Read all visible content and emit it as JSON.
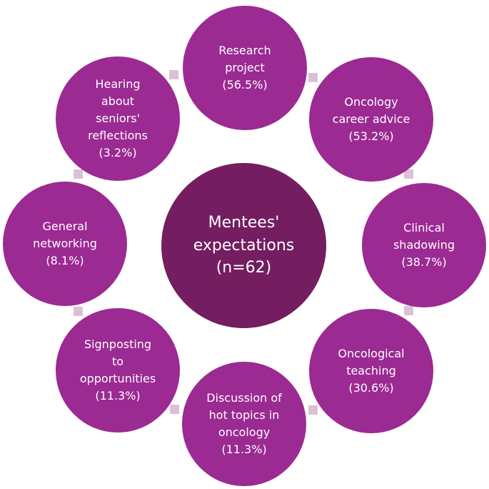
{
  "center": {
    "label": "Mentees'\nexpectations\n(n=62)"
  },
  "items": [
    {
      "label": "Research\nproject\n(56.5%)"
    },
    {
      "label": "Oncology\ncareer advice\n(53.2%)"
    },
    {
      "label": "Clinical\nshadowing\n(38.7%)"
    },
    {
      "label": "Oncological\nteaching\n(30.6%)"
    },
    {
      "label": "Discussion of\nhot topics in\noncology\n(11.3%)"
    },
    {
      "label": "Signposting\nto\nopportunities\n(11.3%)"
    },
    {
      "label": "General\nnetworking\n(8.1%)"
    },
    {
      "label": "Hearing\nabout\nseniors'\nreflections\n(3.2%)"
    }
  ],
  "colors": {
    "outer_node": "#9b2a92",
    "center_node": "#741d60",
    "connector": "#dcc0d7",
    "text": "#ffffff"
  }
}
